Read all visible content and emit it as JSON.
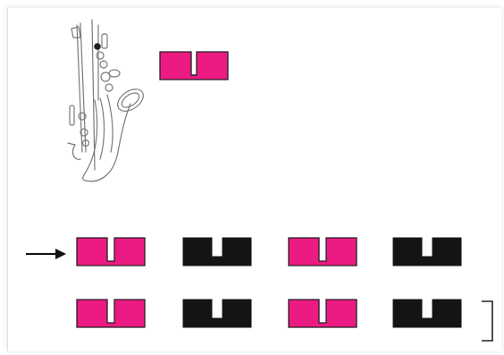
{
  "colors": {
    "accent": "#ec1a83",
    "dark": "#141414",
    "line": "#7a7a7a",
    "arrow": "#111111"
  },
  "icons": {
    "instrument": "saxophone-icon",
    "pointer": "arrow-right-icon",
    "end_mark": "bracket-icon"
  },
  "legend_block": {
    "color": "pink"
  },
  "pattern": {
    "rows": [
      {
        "cells": [
          {
            "color": "pink"
          },
          {
            "color": "black"
          },
          {
            "color": "pink"
          },
          {
            "color": "black"
          }
        ]
      },
      {
        "cells": [
          {
            "color": "pink"
          },
          {
            "color": "black"
          },
          {
            "color": "pink"
          },
          {
            "color": "black"
          }
        ]
      }
    ]
  }
}
